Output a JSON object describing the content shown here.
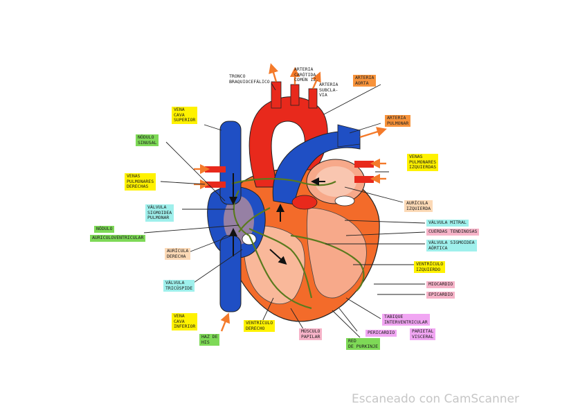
{
  "labels": {
    "tronco": "TRONCO\nBRAQUIOCEFÁLICO",
    "carotida": "ARTERIA\nCARÓTIDA\nCOMÚN IZ.",
    "subclavia": "ARTERIA\nSUBCLA-\nVIA",
    "aorta": "ARTERIA\nAORTA",
    "vena_cava_sup": "VENA\nCAVA\nSUPERIOR",
    "nodulo_sinusal": "NÓDULO\nSINUSAL",
    "venas_pulm_der": "VENAS\nPULMONARES\nDERECHAS",
    "valvula_pulmonar": "VÁLVULA\nSIGMOIDEA\nPULMONAR",
    "nodulo_av_1": "NÓDULO",
    "nodulo_av_2": "AURICULOVENTRICULAR",
    "auricula_der": "AURÍCULA\nDERECHA",
    "valvula_tricuspide": "VÁLVULA\nTRICÚSPIDE",
    "vena_cava_inf": "VENA\nCAVA\nINFERIOR",
    "haz_his": "HAZ DE\nHIS",
    "ventriculo_der": "VENTRÍCULO\nDERECHO",
    "musculo_papilar": "MÚSCULO\nPAPILAR",
    "red_purkinje": "RED\nDE PURKINJE",
    "arteria_pulmonar": "ARTERIA\nPULMONAR",
    "venas_pulm_izq": "VENAS\nPULMONARES\nIZQUIERDAS",
    "auricula_izq": "AURÍCULA\nIZQUIERDA",
    "valvula_mitral": "VÁLVULA MITRAL",
    "cuerdas": "CUERDAS TENDINOSAS",
    "valvula_aortica": "VÁLVULA SIGMOIDEA\nAÓRTICA",
    "ventriculo_izq": "VENTRÍCULO\nIZQUIERDO",
    "miocardio": "MIOCARDIO",
    "epicardio": "EPICARDIO",
    "tabique": "TABIQUE\nINTERVENTRICULAR",
    "pericardio": "PERICARDIO",
    "parietal_visceral": "PARIETAL\nVISCERAL"
  },
  "watermark": "Escaneado con CamScanner",
  "colors": {
    "red": "#e8291c",
    "blue": "#1f4fc4",
    "orange_wall": "#f36b2a",
    "pink_inner": "#f7a98a",
    "conduction": "#5a7a1e",
    "arrow": "#f47a2a"
  }
}
